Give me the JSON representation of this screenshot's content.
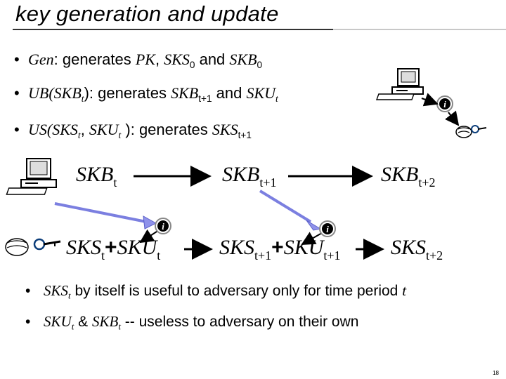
{
  "title": "key generation and update",
  "bullets": [
    {
      "pre_italic": "Gen",
      "text1": ": generates ",
      "i1": "PK",
      "text2": ", ",
      "i2": "SKS",
      "s2": "0",
      "text3": " and ",
      "i3": "SKB",
      "s3": "0"
    },
    {
      "i0": "UB(SKB",
      "s0": "t",
      "text0": "): generates ",
      "i1": "SKB",
      "s1": "t+1",
      "text1": " and ",
      "i2": "SKU",
      "s2": "t"
    },
    {
      "i0": "US(SKS",
      "s0": "t",
      "text0": ", ",
      "i1": "SKU",
      "s1": "t",
      "text1": " ): generates ",
      "i2": "SKS",
      "s2": "t+1"
    }
  ],
  "diagram": {
    "skb": [
      {
        "base": "SKB",
        "sub": "t"
      },
      {
        "base": "SKB",
        "sub": "t+1"
      },
      {
        "base": "SKB",
        "sub": "t+2"
      }
    ],
    "sks": [
      {
        "base": "SKS",
        "sub": "t",
        "plus": "+",
        "sku": "SKU",
        "sku_sub": "t"
      },
      {
        "base": "SKS",
        "sub": "t+1",
        "plus": "+",
        "sku": "SKU",
        "sku_sub": "t+1"
      },
      {
        "base": "SKS",
        "sub": "t+2"
      }
    ],
    "info_glyph": "i",
    "colors": {
      "arrow_blue": "#7b7fe0",
      "arrow_fill": "#8f92ea",
      "black_arrow": "#000000",
      "pointer_ring": "#0b3d7a"
    }
  },
  "notes": [
    {
      "i0": "SKS",
      "s0": "t",
      "text0": " by itself is useful to adversary only for time period ",
      "i1": "t"
    },
    {
      "i0": "SKU",
      "s0": "t",
      "text0": " & ",
      "i1": "SKB",
      "s1": "t",
      "text1": " -- useless to adversary on their own"
    }
  ],
  "page_number": "18",
  "icons": [
    "computer-icon",
    "info-icon",
    "key-hand-icon"
  ]
}
